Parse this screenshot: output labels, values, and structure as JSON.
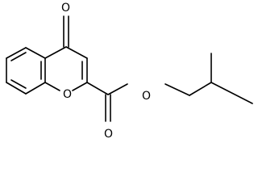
{
  "molecule": {
    "atoms": [
      {
        "id": "ketone_o",
        "element": "O",
        "label": "O"
      },
      {
        "id": "ring_o",
        "element": "O",
        "label": "O"
      },
      {
        "id": "carbonyl_o",
        "element": "O",
        "label": "O"
      },
      {
        "id": "ester_o",
        "element": "O",
        "label": "O"
      }
    ],
    "colors": {
      "bond": "#000000",
      "label": "#000000",
      "background": "#ffffff"
    }
  }
}
